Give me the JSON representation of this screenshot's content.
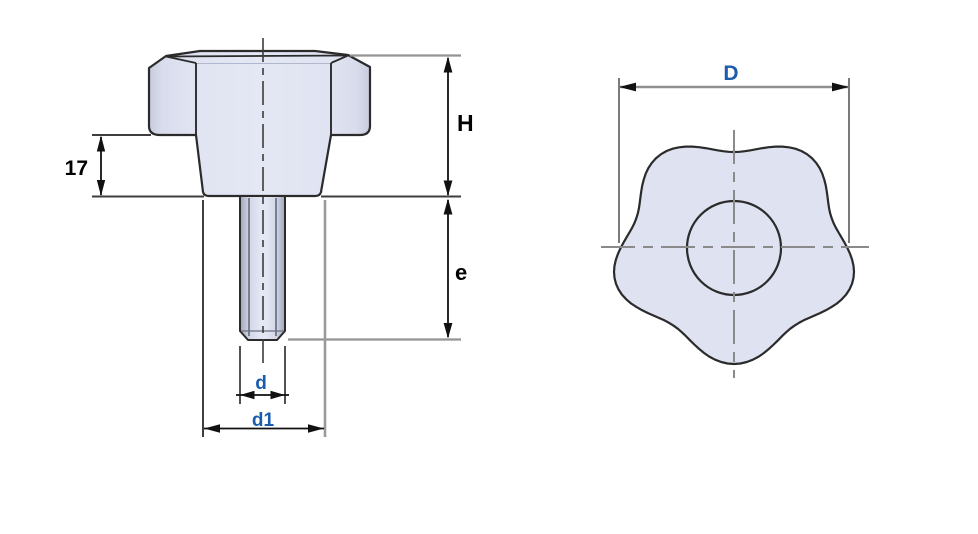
{
  "drawing": {
    "labels": {
      "collar_height": "17",
      "head_height": "H",
      "stud_length": "e",
      "stud_diameter": "d",
      "base_diameter": "d1",
      "knob_diameter": "D"
    },
    "colors": {
      "background": "#ffffff",
      "part_fill": "#dee2f1",
      "part_fill_edge": "#c6cbdc",
      "outline": "#2b2b2b",
      "dim_line": "#111111",
      "dim_label_black": "#000000",
      "dim_label_blue": "#1b5cad",
      "extension_gray": "#949494",
      "extension_dark": "#3e3e3e",
      "centerline_gray": "#8a8a8a"
    }
  }
}
